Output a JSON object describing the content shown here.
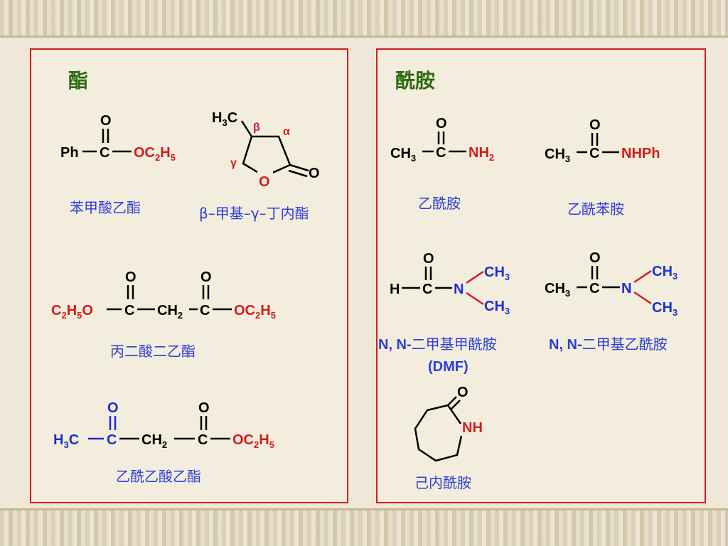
{
  "ester_panel": {
    "heading": "酯",
    "captions": {
      "ethyl_benzoate": "苯甲酸乙酯",
      "lactone": "β–甲基–γ–丁内酯",
      "diethyl_malonate": "丙二酸二乙酯",
      "ethyl_acetoacetate": "乙酰乙酸乙酯"
    }
  },
  "amide_panel": {
    "heading": "酰胺",
    "captions": {
      "acetamide": "乙酰胺",
      "acetanilide": "乙酰苯胺",
      "dmf_prefix": "N, N-",
      "dmf_name": "二甲基甲酰胺",
      "dmf_abbr": "(DMF)",
      "dma_prefix": "N, N-",
      "dma_name": "二甲基乙酰胺",
      "caprolactam": "己内酰胺"
    }
  },
  "structures": {
    "ph": "Ph",
    "c": "C",
    "o": "O",
    "oc2h5": "OC",
    "h3c": "H",
    "ch3": "CH",
    "ch2": "CH",
    "nh2": "NH",
    "nhph": "NHPh",
    "n": "N",
    "h": "H",
    "nh": "NH",
    "c2h5o": "C",
    "alpha": "α",
    "beta": "β",
    "gamma": "γ",
    "sub2": "2",
    "sub3": "3",
    "sub5": "5"
  },
  "colors": {
    "heading": "#2f6b12",
    "caption": "#2d3fd6",
    "panel_border": "#d21c1c",
    "red_atom": "#d21c1c",
    "blue_atom": "#1b2fd0",
    "black": "#000000"
  }
}
